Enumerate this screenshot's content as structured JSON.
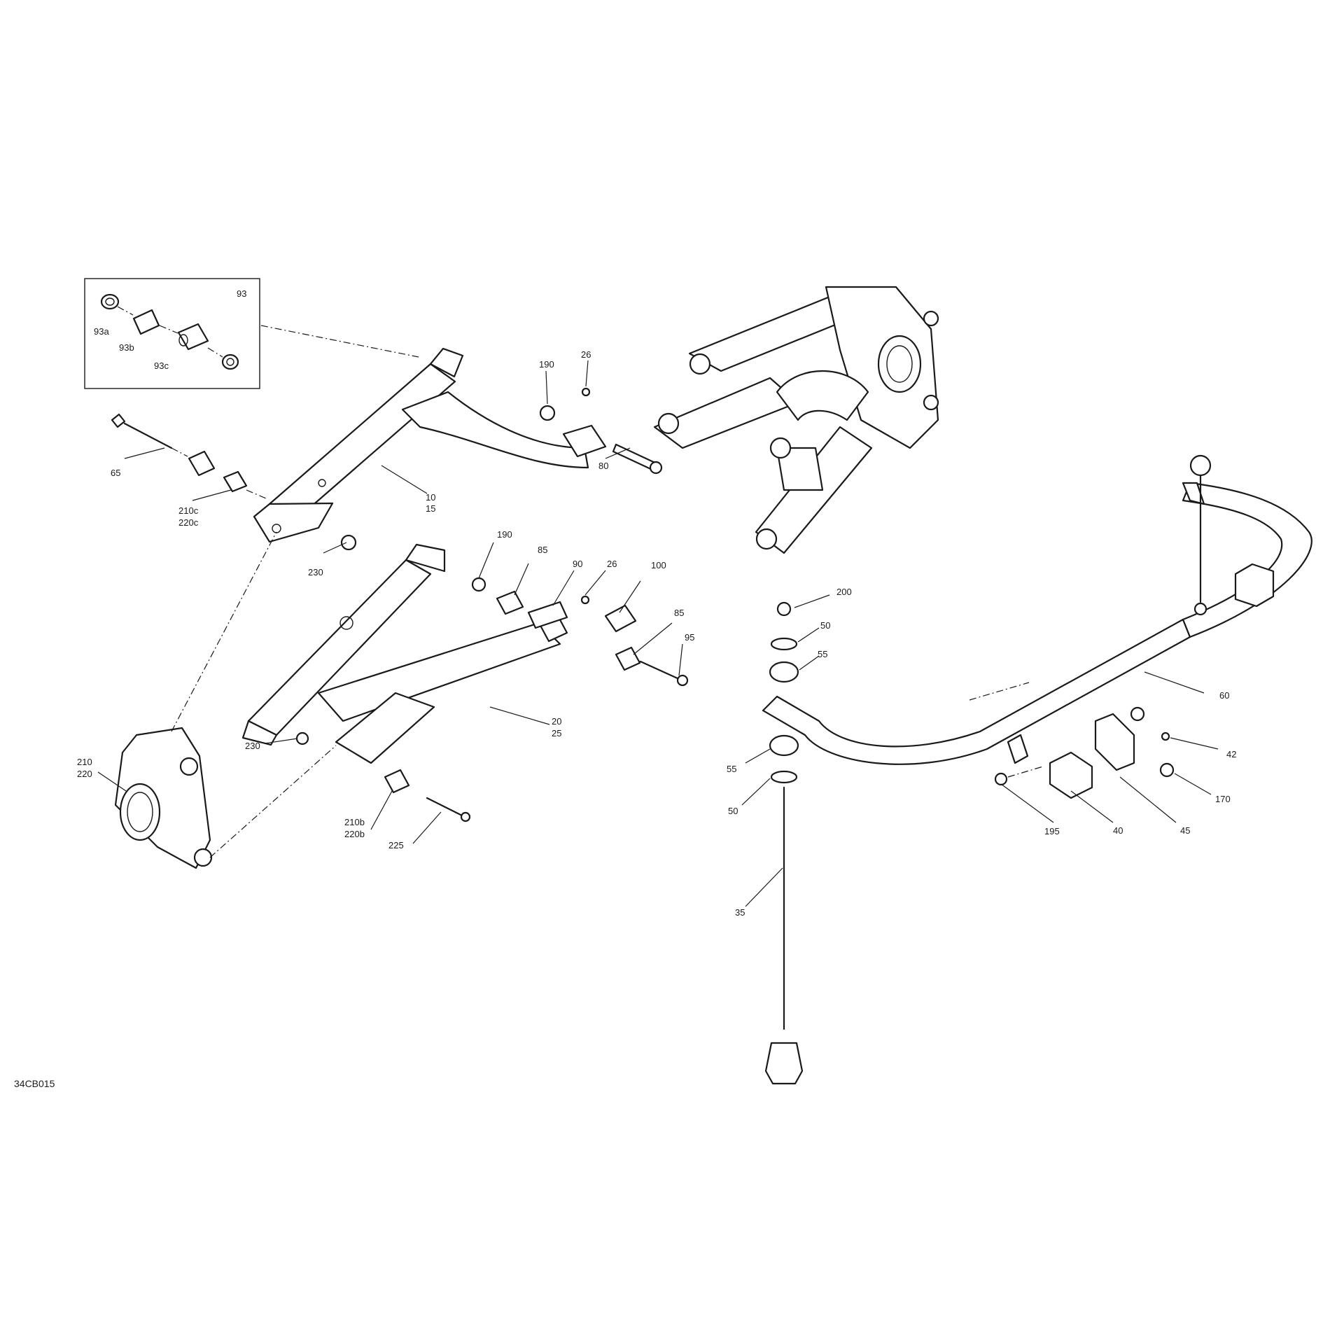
{
  "drawing_code": "34CB015",
  "callouts": [
    {
      "id": "c93",
      "text": "93"
    },
    {
      "id": "c93a",
      "text": "93a"
    },
    {
      "id": "c93b",
      "text": "93b"
    },
    {
      "id": "c93c",
      "text": "93c"
    },
    {
      "id": "c65",
      "text": "65"
    },
    {
      "id": "c210c",
      "text": "210c"
    },
    {
      "id": "c220c",
      "text": "220c"
    },
    {
      "id": "c10",
      "text": "10"
    },
    {
      "id": "c15",
      "text": "15"
    },
    {
      "id": "c230a",
      "text": "230"
    },
    {
      "id": "c190a",
      "text": "190"
    },
    {
      "id": "c26a",
      "text": "26"
    },
    {
      "id": "c80",
      "text": "80"
    },
    {
      "id": "c190b",
      "text": "190"
    },
    {
      "id": "c85a",
      "text": "85"
    },
    {
      "id": "c90",
      "text": "90"
    },
    {
      "id": "c26b",
      "text": "26"
    },
    {
      "id": "c100",
      "text": "100"
    },
    {
      "id": "c85b",
      "text": "85"
    },
    {
      "id": "c95",
      "text": "95"
    },
    {
      "id": "c20",
      "text": "20"
    },
    {
      "id": "c25",
      "text": "25"
    },
    {
      "id": "c230b",
      "text": "230"
    },
    {
      "id": "c210",
      "text": "210"
    },
    {
      "id": "c220",
      "text": "220"
    },
    {
      "id": "c210b",
      "text": "210b"
    },
    {
      "id": "c220b",
      "text": "220b"
    },
    {
      "id": "c225",
      "text": "225"
    },
    {
      "id": "c200",
      "text": "200"
    },
    {
      "id": "c50a",
      "text": "50"
    },
    {
      "id": "c55a",
      "text": "55"
    },
    {
      "id": "c55b",
      "text": "55"
    },
    {
      "id": "c50b",
      "text": "50"
    },
    {
      "id": "c35",
      "text": "35"
    },
    {
      "id": "c60",
      "text": "60"
    },
    {
      "id": "c42",
      "text": "42"
    },
    {
      "id": "c170",
      "text": "170"
    },
    {
      "id": "c195",
      "text": "195"
    },
    {
      "id": "c40",
      "text": "40"
    },
    {
      "id": "c45",
      "text": "45"
    }
  ]
}
